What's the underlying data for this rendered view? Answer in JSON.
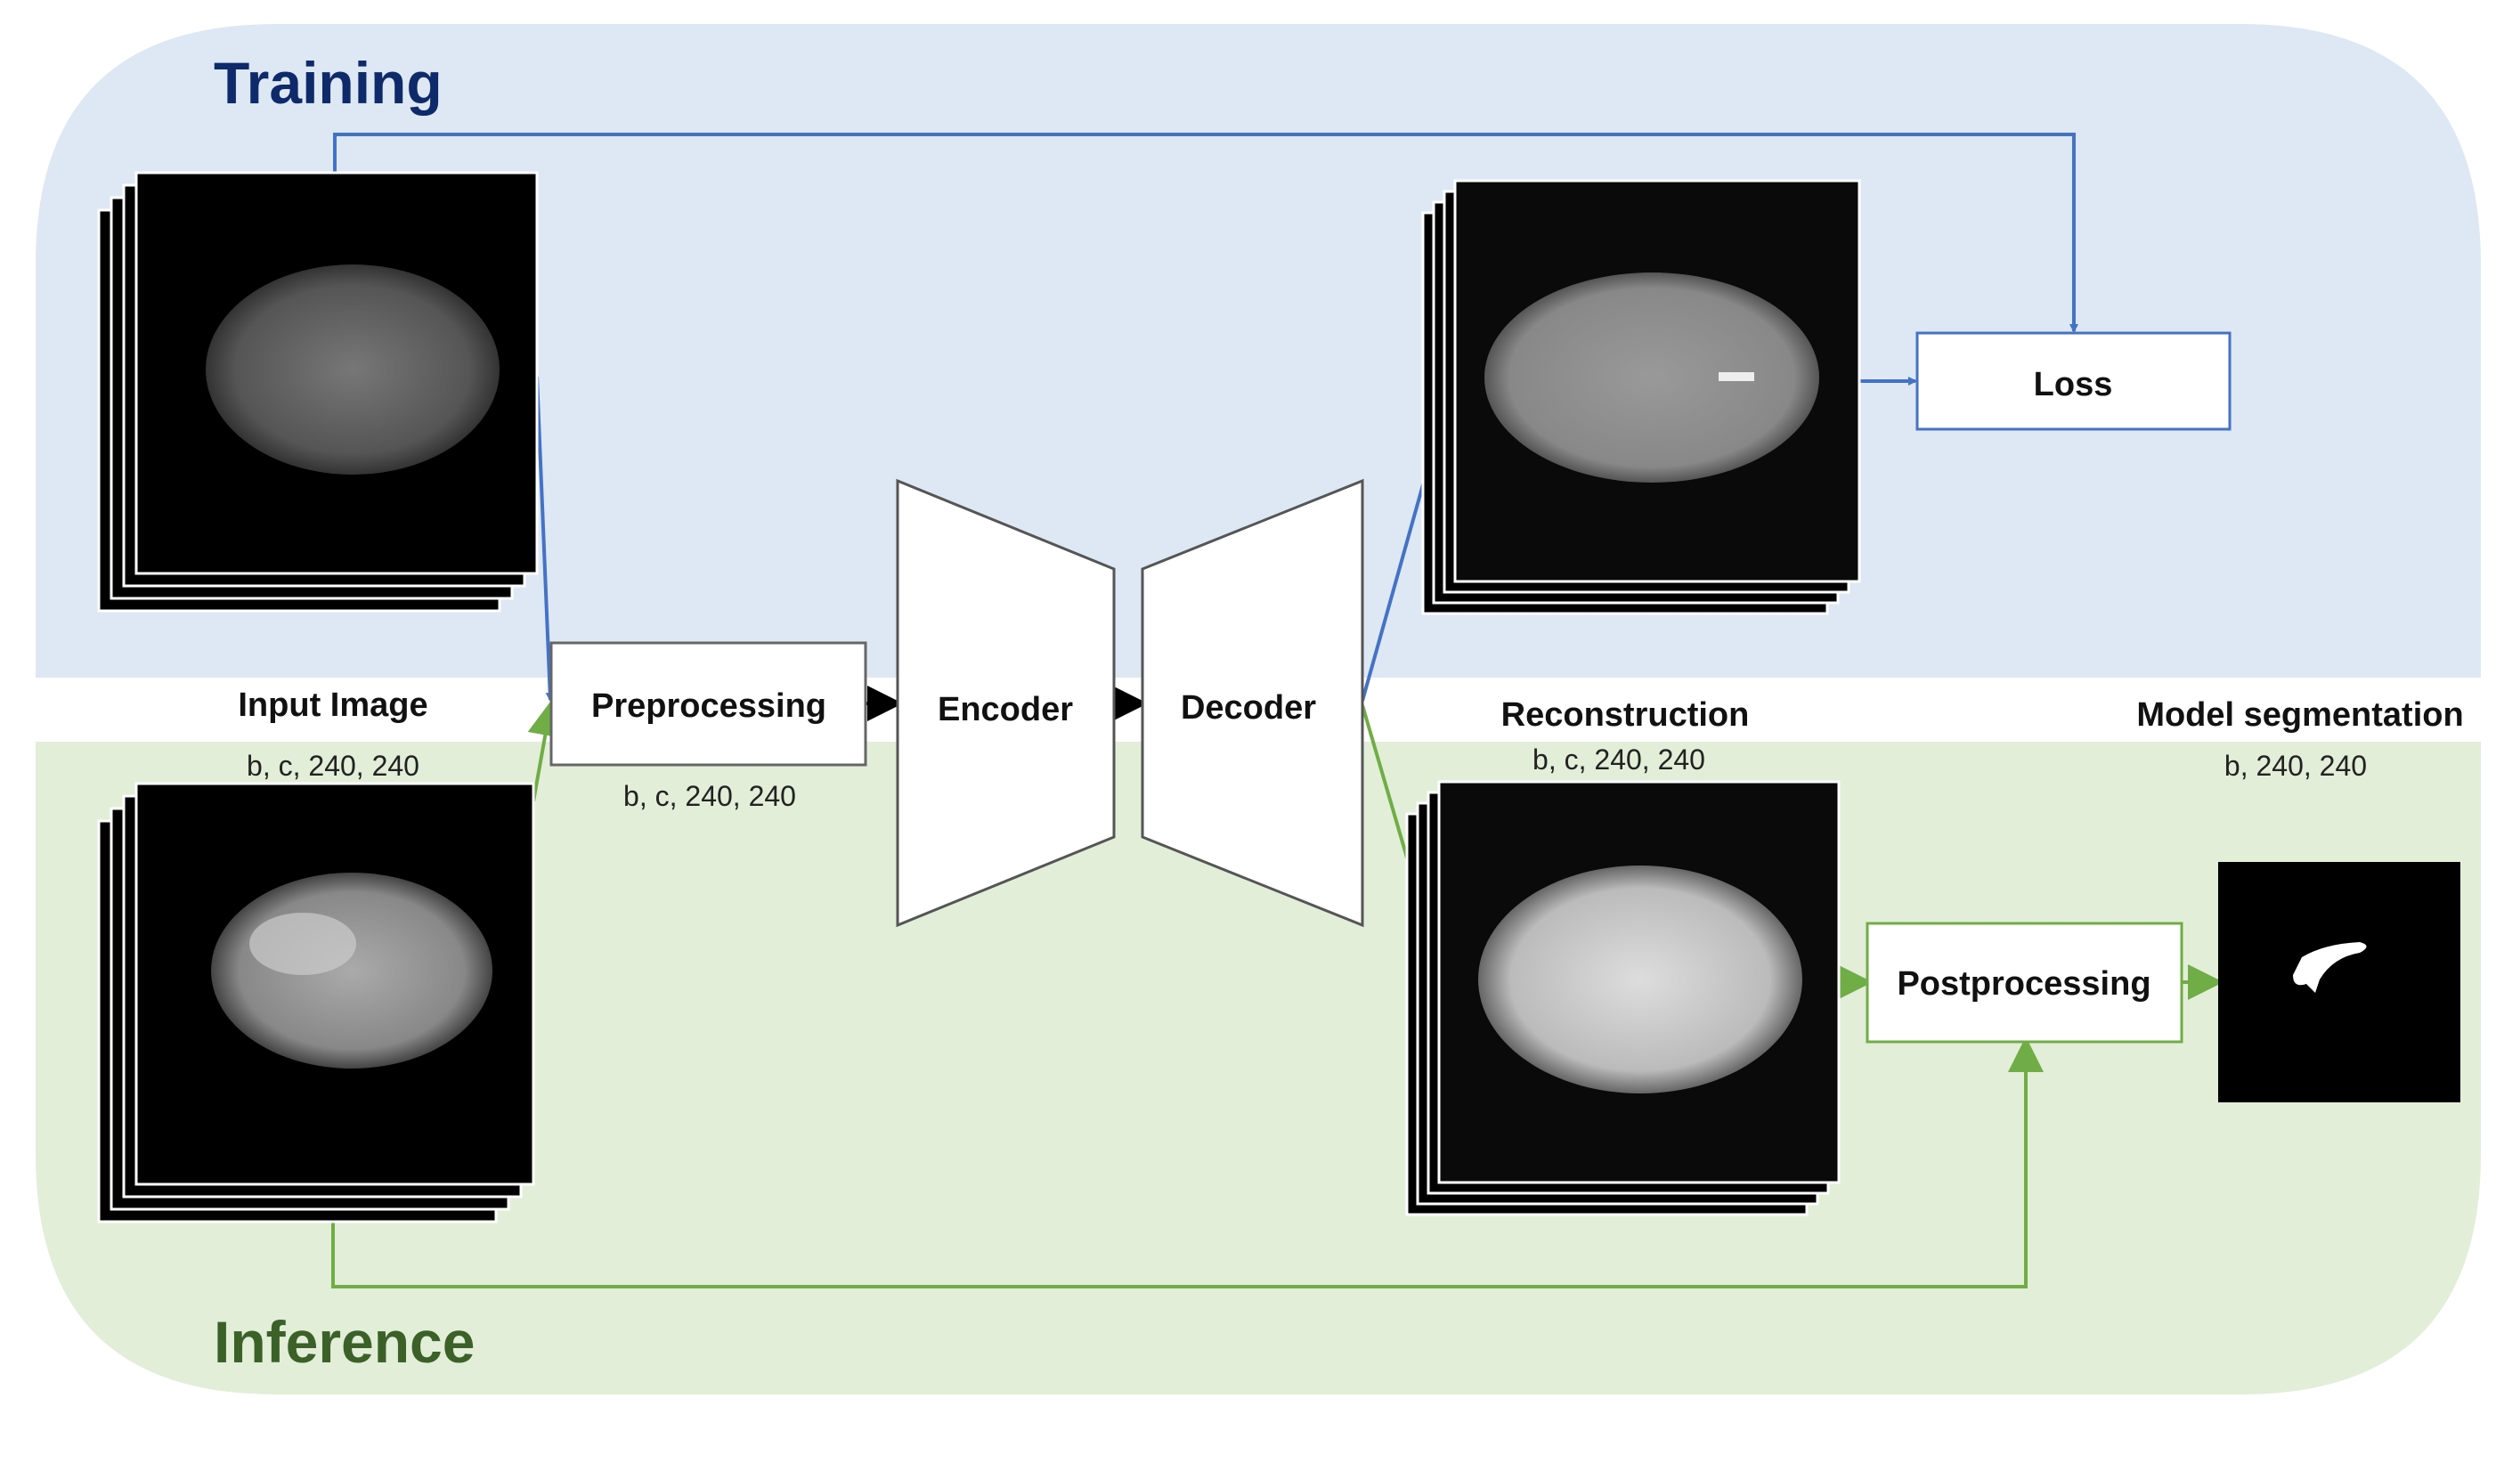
{
  "sections": {
    "training": "Training",
    "inference": "Inference"
  },
  "colors": {
    "training_bg": "#dde8f4",
    "inference_bg": "#e2eed8",
    "training_title": "#0f2a6b",
    "inference_title": "#3b6128",
    "training_arrow": "#4472c4",
    "inference_arrow": "#70ad47"
  },
  "input": {
    "label": "Input Image",
    "dims": "b, c, 240, 240"
  },
  "preprocessing": {
    "label": "Preprocessing",
    "dims": "b, c, 240, 240"
  },
  "encoder": {
    "label": "Encoder"
  },
  "decoder": {
    "label": "Decoder"
  },
  "reconstruction": {
    "label": "Reconstruction",
    "dims": "b, c, 240, 240"
  },
  "loss": {
    "label": "Loss"
  },
  "postprocessing": {
    "label": "Postprocessing"
  },
  "segmentation": {
    "label": "Model segmentation",
    "dims": "b, 240, 240"
  }
}
